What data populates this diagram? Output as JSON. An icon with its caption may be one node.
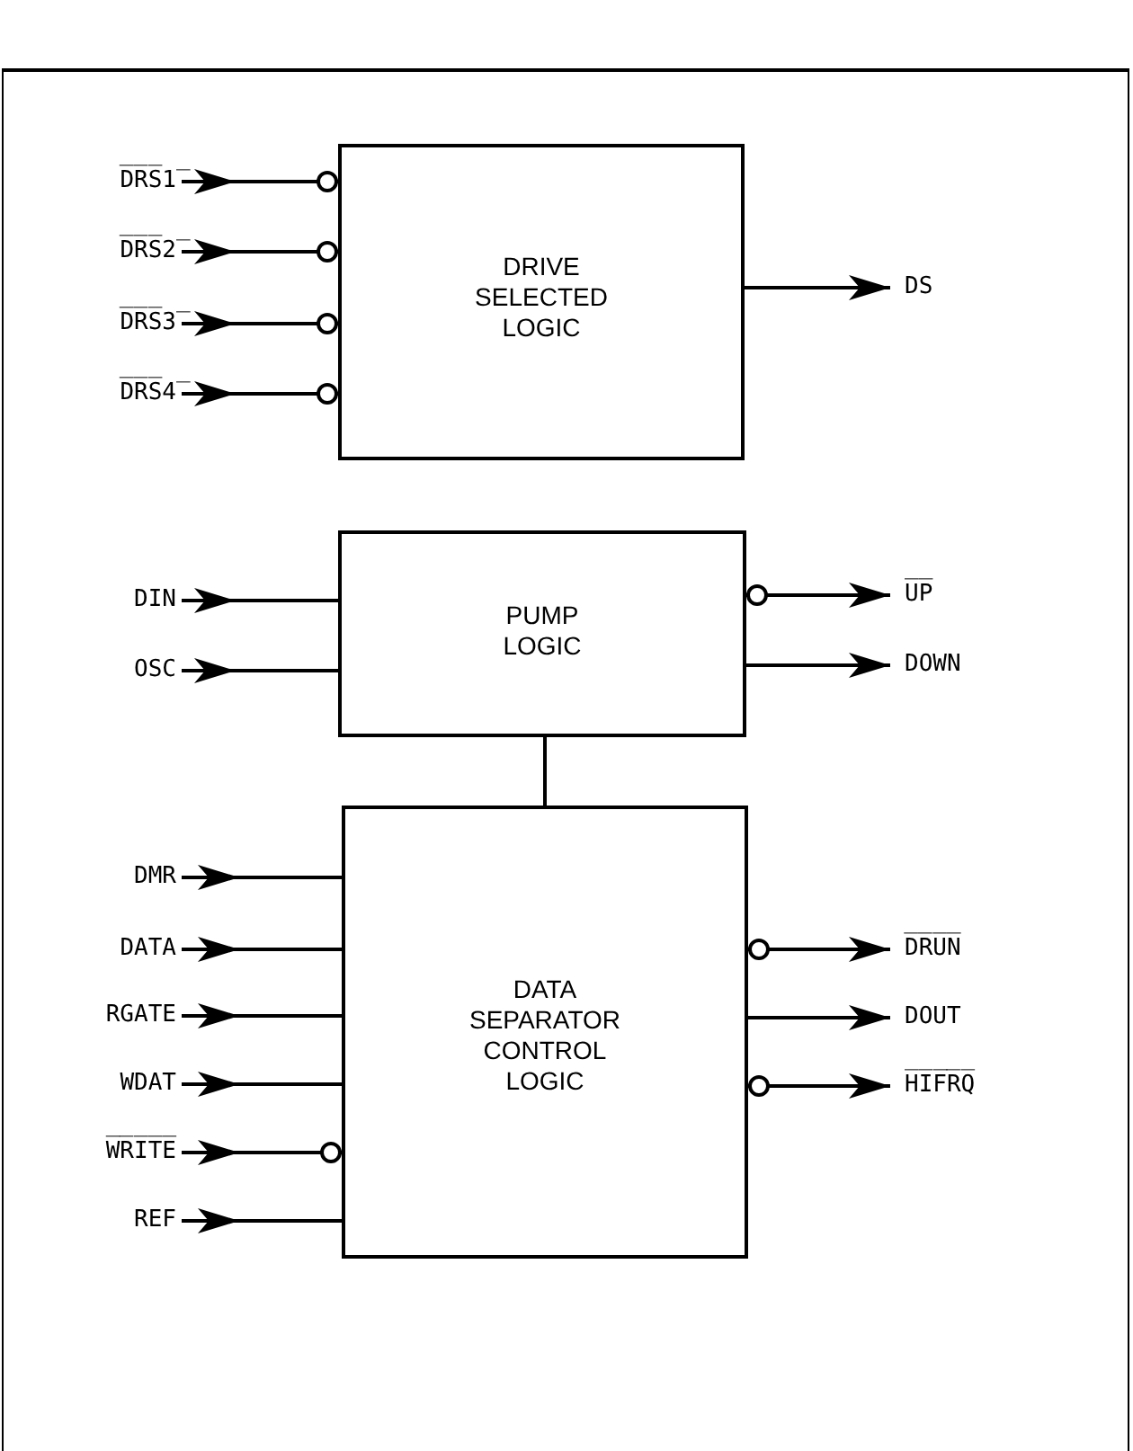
{
  "diagram": {
    "nodes": [
      {
        "text": [
          "DRIVE SELECTED LOGIC"
        ]
      },
      {
        "text": [
          "D̅R̅S̅1̅"
        ]
      },
      {
        "text": [
          "D̅R̅S̅2̅"
        ]
      },
      {
        "text": [
          "D̅R̅S̅3̅"
        ]
      },
      {
        "text": [
          "D̅R̅S̅4̅"
        ]
      },
      {
        "text": [
          "DS"
        ]
      },
      {
        "text": [
          "PUMP LOGIC"
        ]
      },
      {
        "text": [
          "DIN"
        ]
      },
      {
        "text": [
          "OSC"
        ]
      },
      {
        "text": [
          "U̅P̅"
        ]
      },
      {
        "text": [
          "DOWN"
        ]
      },
      {
        "text": [
          "DATA SEPARATOR CONTROL LOGIC"
        ]
      },
      {
        "text": [
          "DMR"
        ]
      },
      {
        "text": [
          "DATA"
        ]
      },
      {
        "text": [
          "RGATE"
        ]
      },
      {
        "text": [
          "WDAT"
        ]
      },
      {
        "text": [
          "W̅R̅I̅T̅E̅"
        ]
      },
      {
        "text": [
          "REF"
        ]
      },
      {
        "text": [
          "D̅R̅U̅N̅"
        ]
      },
      {
        "text": [
          "DOUT"
        ]
      },
      {
        "text": [
          "H̅I̅F̅R̅Q̅"
        ]
      }
    ],
    "edges": [
      {
        "from": 1,
        "to": 0,
        "arrow": "to"
      },
      {
        "from": 2,
        "to": 0,
        "arrow": "to"
      },
      {
        "from": 3,
        "to": 0,
        "arrow": "to"
      },
      {
        "from": 4,
        "to": 0,
        "arrow": "to"
      },
      {
        "from": 0,
        "to": 5,
        "arrow": "to"
      },
      {
        "from": 7,
        "to": 6,
        "arrow": "to"
      },
      {
        "from": 8,
        "to": 6,
        "arrow": "to"
      },
      {
        "from": 6,
        "to": 9,
        "arrow": "to"
      },
      {
        "from": 6,
        "to": 10,
        "arrow": "to"
      },
      {
        "from": 6,
        "to": 11,
        "arrow": "none"
      },
      {
        "from": 12,
        "to": 11,
        "arrow": "to"
      },
      {
        "from": 13,
        "to": 11,
        "arrow": "to"
      },
      {
        "from": 14,
        "to": 11,
        "arrow": "to"
      },
      {
        "from": 15,
        "to": 11,
        "arrow": "to"
      },
      {
        "from": 16,
        "to": 11,
        "arrow": "to"
      },
      {
        "from": 17,
        "to": 11,
        "arrow": "to"
      },
      {
        "from": 11,
        "to": 18,
        "arrow": "to"
      },
      {
        "from": 11,
        "to": 19,
        "arrow": "to"
      },
      {
        "from": 11,
        "to": 20,
        "arrow": "to"
      }
    ]
  }
}
